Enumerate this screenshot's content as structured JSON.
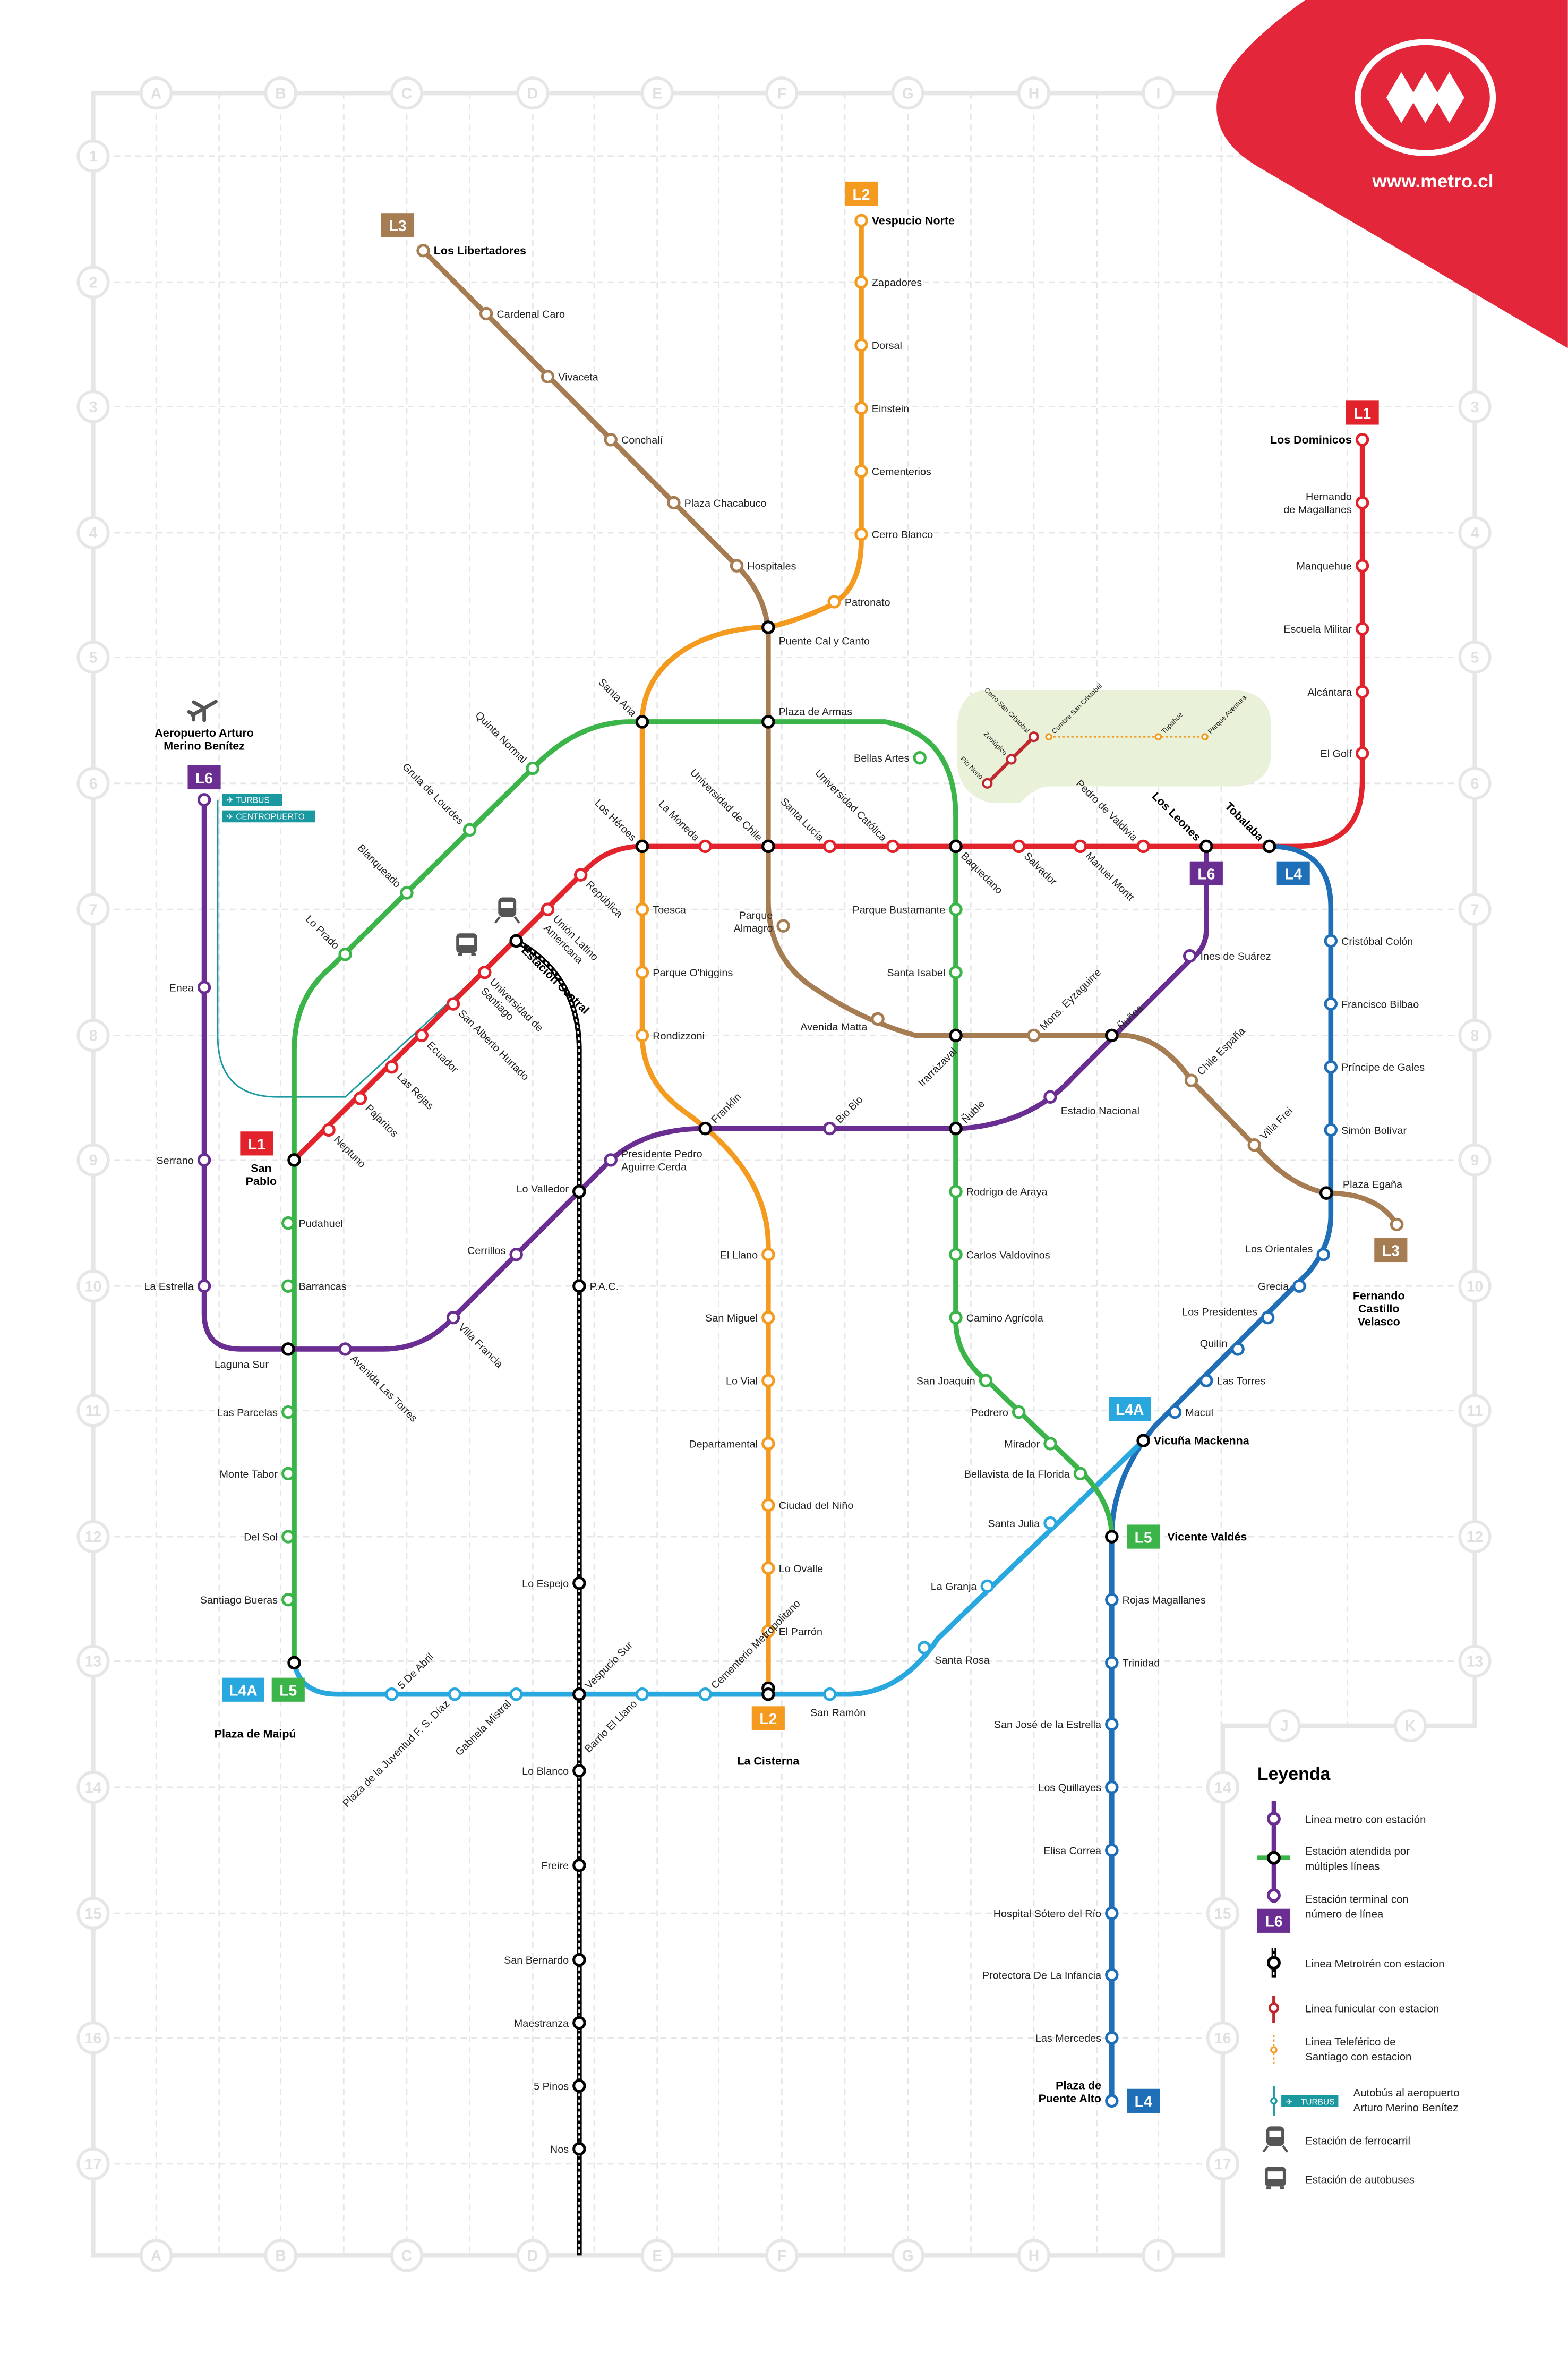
{
  "brand": {
    "url": "www.metro.cl"
  },
  "grid": {
    "columns": [
      "A",
      "B",
      "C",
      "D",
      "E",
      "F",
      "G",
      "H",
      "I"
    ],
    "extra_columns": [
      "J",
      "K"
    ],
    "rows": [
      "1",
      "2",
      "3",
      "4",
      "5",
      "6",
      "7",
      "8",
      "9",
      "10",
      "11",
      "12",
      "13",
      "14",
      "15",
      "16",
      "17"
    ]
  },
  "colors": {
    "L1": "#e3232c",
    "L2": "#f39a1f",
    "L3": "#a67c52",
    "L4": "#1f6fb8",
    "L4A": "#29a8e0",
    "L5": "#3bb54a",
    "L6": "#6a2d91",
    "metrotren": "#000000",
    "airport_bus": "#1a9aa0",
    "brand_red": "#e3263a"
  },
  "lines": {
    "L1": {
      "badge": "L1",
      "stations": [
        "Los Dominicos",
        "Hernando de Magallanes",
        "Manquehue",
        "Escuela Militar",
        "Alcántara",
        "El Golf",
        "Tobalaba",
        "Los Leones",
        "Pedro de Valdivia",
        "Manuel Montt",
        "Salvador",
        "Baquedano",
        "Universidad Católica",
        "Santa Lucía",
        "Universidad de Chile",
        "La Moneda",
        "Los Héroes",
        "República",
        "Unión Latino Americana",
        "Estación Central",
        "Universidad de Santiago",
        "San Alberto Hurtado",
        "Ecuador",
        "Las Rejas",
        "Pajaritos",
        "Neptuno",
        "San Pablo"
      ]
    },
    "L2": {
      "badge": "L2",
      "stations": [
        "Vespucio Norte",
        "Zapadores",
        "Dorsal",
        "Einstein",
        "Cementerios",
        "Cerro Blanco",
        "Patronato",
        "Puente Cal y Canto",
        "Santa Ana",
        "Los Héroes",
        "Toesca",
        "Parque O'higgins",
        "Rondizzoni",
        "Franklin",
        "El Llano",
        "San Miguel",
        "Lo Vial",
        "Departamental",
        "Ciudad del Niño",
        "Lo Ovalle",
        "El Parrón",
        "La Cisterna"
      ]
    },
    "L3": {
      "badge": "L3",
      "stations": [
        "Los Libertadores",
        "Cardenal Caro",
        "Vivaceta",
        "Conchalí",
        "Plaza Chacabuco",
        "Hospitales",
        "Puente Cal y Canto",
        "Plaza de Armas",
        "Universidad de Chile",
        "Parque Almagro",
        "Avenida Matta",
        "Irarrázaval",
        "Mons. Eyzaguirre",
        "Ñuñoa",
        "Chile España",
        "Villa Frei",
        "Plaza Egaña",
        "Fernando Castillo Velasco"
      ]
    },
    "L4": {
      "badge": "L4",
      "stations": [
        "Tobalaba",
        "Cristóbal Colón",
        "Francisco Bilbao",
        "Príncipe de Gales",
        "Simón Bolívar",
        "Plaza Egaña",
        "Los Orientales",
        "Grecia",
        "Los Presidentes",
        "Quilín",
        "Las Torres",
        "Macul",
        "Vicuña Mackenna",
        "Vicente Valdés",
        "Rojas Magallanes",
        "Trinidad",
        "San José de la Estrella",
        "Los Quillayes",
        "Elisa Correa",
        "Hospital Sótero del Río",
        "Protectora De La Infancia",
        "Las Mercedes",
        "Plaza de Puente Alto"
      ]
    },
    "L4A": {
      "badge": "L4A",
      "stations": [
        "Vicuña Mackenna",
        "Santa Julia",
        "La Granja",
        "Santa Rosa",
        "San Ramón",
        "La Cisterna",
        "Cementerio Metropolitano",
        "Barrio El Llano",
        "Vespucio Sur",
        "Gabriela Mistral",
        "Plaza de la Juventud F. S. Díaz",
        "5 De Abril",
        "Plaza de Maipú"
      ]
    },
    "L5": {
      "badge": "L5",
      "stations": [
        "Plaza de Maipú",
        "Santiago Bueras",
        "Del Sol",
        "Monte Tabor",
        "Las Parcelas",
        "Laguna Sur",
        "Barrancas",
        "Pudahuel",
        "San Pablo",
        "Lo Prado",
        "Blanqueado",
        "Gruta de Lourdes",
        "Quinta Normal",
        "Santa Ana",
        "Plaza de Armas",
        "Bellas Artes",
        "Baquedano",
        "Parque Bustamante",
        "Santa Isabel",
        "Irarrázaval",
        "Ñuble",
        "Rodrigo de Araya",
        "Carlos Valdovinos",
        "Camino Agrícola",
        "San Joaquín",
        "Pedrero",
        "Mirador",
        "Bellavista de la Florida",
        "Vicente Valdés"
      ]
    },
    "L6": {
      "badge": "L6",
      "stations": [
        "Los Leones",
        "Ines de Suárez",
        "Ñuñoa",
        "Estadio Nacional",
        "Ñuble",
        "Bio Bio",
        "Franklin",
        "Presidente Pedro Aguirre Cerda",
        "Lo Valledor",
        "Cerrillos",
        "Villa Francia",
        "Avenida Las Torres",
        "Laguna Sur",
        "La Estrella",
        "Serrano",
        "Enea",
        "Aeropuerto Arturo Merino Benítez"
      ]
    },
    "MT": {
      "badge": "",
      "stations": [
        "Estación Central",
        "Lo Valledor",
        "P.A.C.",
        "Lo Espejo",
        "Vespucio Sur",
        "Lo Blanco",
        "Freire",
        "San Bernardo",
        "Maestranza",
        "5 Pinos",
        "Nos"
      ]
    }
  },
  "funicular": {
    "stations": [
      "Cerro San Cristobal",
      "Zoológico",
      "Pío Nono"
    ]
  },
  "teleferico": {
    "stations": [
      "Cumbre San Cristobal",
      "Tupahue",
      "Parque Aventura"
    ]
  },
  "airport_buses": [
    "TURBUS",
    "CENTROPUERTO"
  ],
  "legend": {
    "title": "Leyenda",
    "items": [
      {
        "lines": [
          "Linea metro con estación"
        ]
      },
      {
        "lines": [
          "Estación atendida por",
          "múltiples líneas"
        ]
      },
      {
        "lines": [
          "Estación terminal con",
          "número de línea"
        ],
        "badge": "L6"
      },
      {
        "lines": [
          "Linea Metrotrén con estacion"
        ]
      },
      {
        "lines": [
          "Linea funicular con estacion"
        ]
      },
      {
        "lines": [
          "Linea Teleférico de",
          "Santiago con estacion"
        ]
      },
      {
        "lines": [
          "Autobús al aeropuerto",
          "Arturo Merino Benítez"
        ],
        "badge": "TURBUS"
      },
      {
        "lines": [
          "Estación de ferrocarril"
        ]
      },
      {
        "lines": [
          "Estación de autobuses"
        ]
      }
    ]
  }
}
